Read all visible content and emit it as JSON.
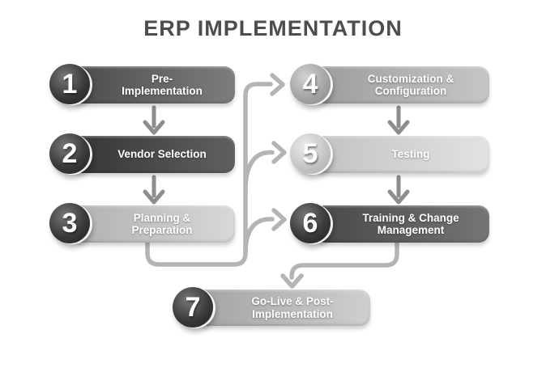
{
  "title": "ERP IMPLEMENTATION",
  "steps": [
    {
      "number": "1",
      "label": "Pre-\nImplementation"
    },
    {
      "number": "2",
      "label": "Vendor Selection"
    },
    {
      "number": "3",
      "label": "Planning &\nPreparation"
    },
    {
      "number": "4",
      "label": "Customization &\nConfiguration"
    },
    {
      "number": "5",
      "label": "Testing"
    },
    {
      "number": "6",
      "label": "Training & Change\nManagement"
    },
    {
      "number": "7",
      "label": "Go-Live & Post-\nImplementation"
    }
  ],
  "colors": {
    "title_text": "#4d4d4d",
    "dark_node": "#3a3a3a",
    "light_node": "#c6c6c6",
    "label_text": "#ffffff",
    "connector": "#b4b4b4"
  }
}
